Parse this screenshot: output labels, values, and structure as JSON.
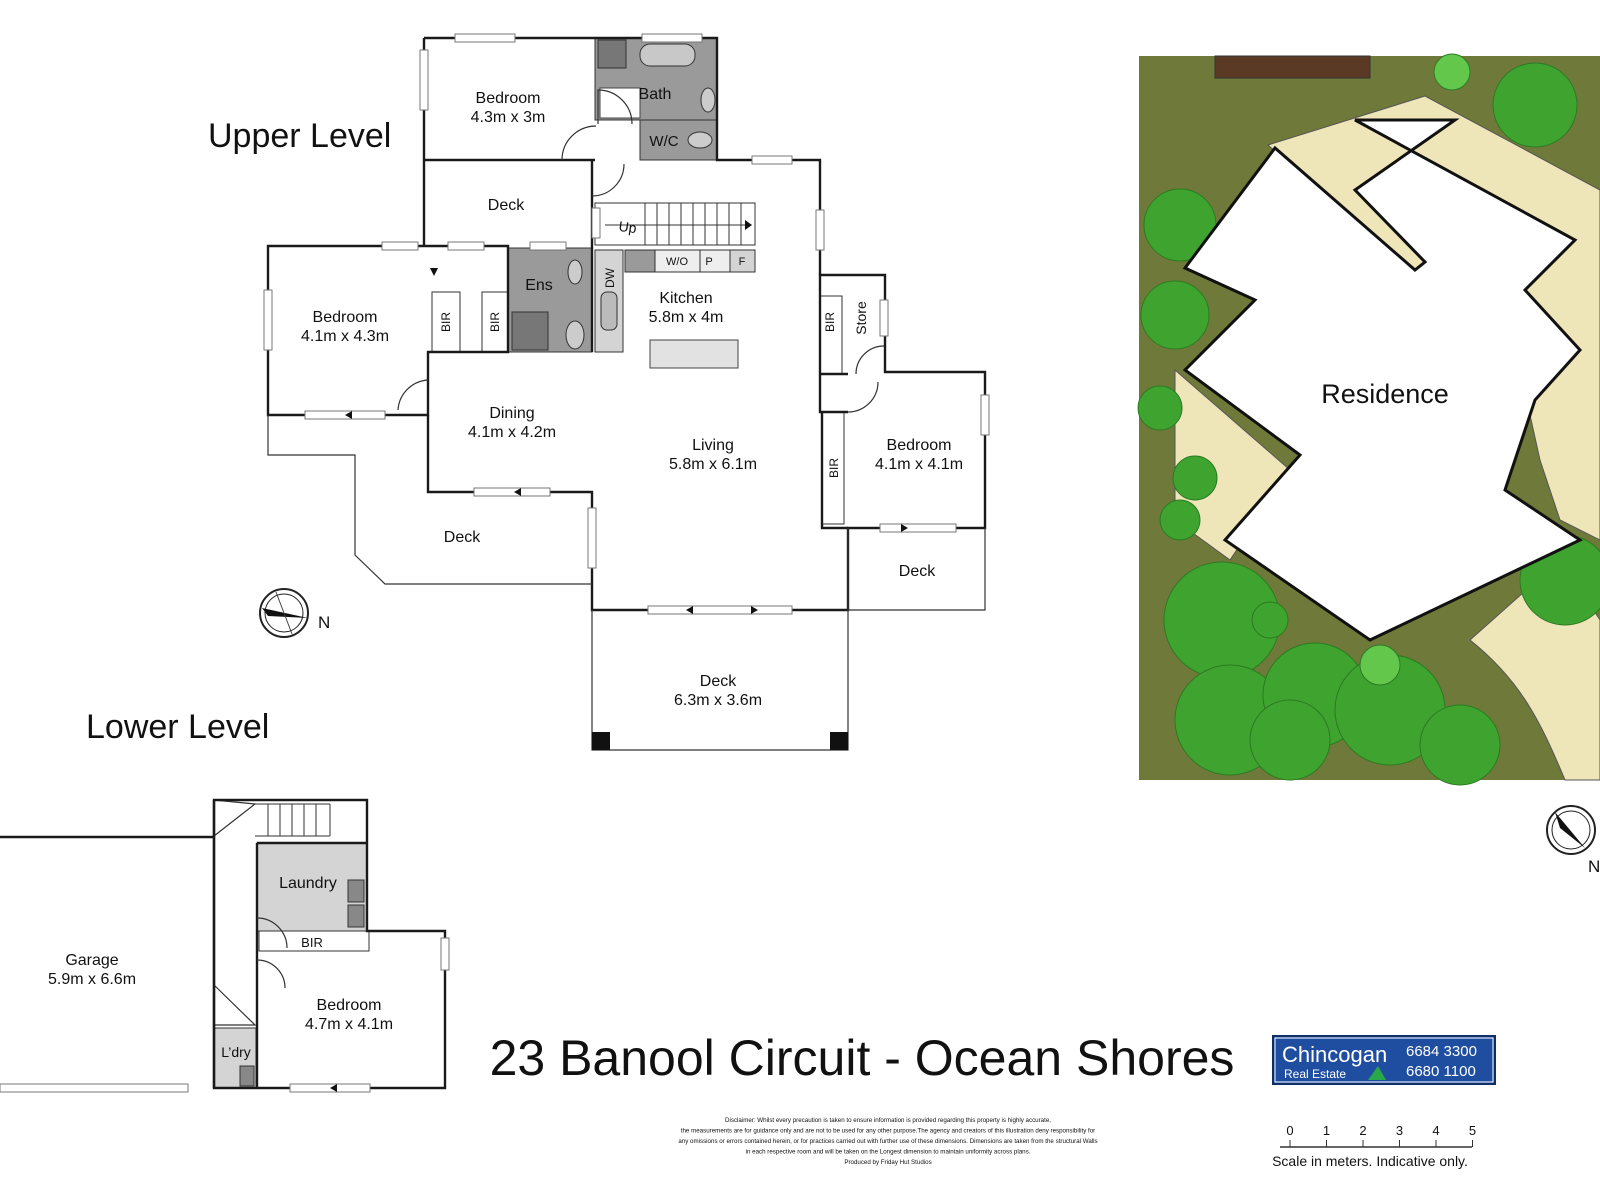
{
  "labels": {
    "upper_level": "Upper Level",
    "lower_level": "Lower Level",
    "address": "23 Banool Circuit - Ocean Shores",
    "residence": "Residence",
    "north": "N"
  },
  "rooms_upper": {
    "bedroom_top": {
      "name": "Bedroom",
      "size": "4.3m x 3m"
    },
    "bath": "Bath",
    "wc": "W/C",
    "deck_top": "Deck",
    "up": "Up",
    "ens": "Ens",
    "dw": "DW",
    "wo": "W/O",
    "p": "P",
    "f": "F",
    "kitchen": {
      "name": "Kitchen",
      "size": "5.8m x 4m"
    },
    "bedroom_left": {
      "name": "Bedroom",
      "size": "4.1m x 4.3m"
    },
    "bir": "BIR",
    "store": "Store",
    "dining": {
      "name": "Dining",
      "size": "4.1m x 4.2m"
    },
    "living": {
      "name": "Living",
      "size": "5.8m x 6.1m"
    },
    "bedroom_right": {
      "name": "Bedroom",
      "size": "4.1m x 4.1m"
    },
    "deck_left": "Deck",
    "deck_right": "Deck",
    "deck_main": {
      "name": "Deck",
      "size": "6.3m x 3.6m"
    }
  },
  "rooms_lower": {
    "laundry": "Laundry",
    "bir": "BIR",
    "garage": {
      "name": "Garage",
      "size": "5.9m x 6.6m"
    },
    "bedroom": {
      "name": "Bedroom",
      "size": "4.7m x 4.1m"
    },
    "ldry": "L’dry"
  },
  "agency": {
    "name": "Chincogan",
    "sub": "Real Estate",
    "phone1": "6684 3300",
    "phone2": "6680 1100"
  },
  "scale": {
    "ticks": [
      "0",
      "1",
      "2",
      "3",
      "4",
      "5"
    ],
    "caption": "Scale in meters. Indicative only."
  },
  "disclaimer": [
    "Disclaimer: Whilst every precaution is taken to ensure information is provided regarding this property is highly accurate,",
    "the measurements are for guidance only and are not to be used for any other purpose.The agency and creators of this illustration deny responsibility for",
    "any omissions or errors contained herein, or for practices carried out with further use of these dimensions. Dimensions are taken from the structural Walls",
    "in each respective room and will be taken on the Longest dimension to maintain uniformity across plans.",
    "Produced by Friday Hut Studios"
  ],
  "colors": {
    "grass": "#6f7a3a",
    "path": "#eee6b8",
    "tree": "#3fa42f",
    "tree_light": "#63c74c",
    "bathroom_gray": "#9a9a9a",
    "agency_blue": "#1f4ea1",
    "agency_green": "#29a84a"
  }
}
